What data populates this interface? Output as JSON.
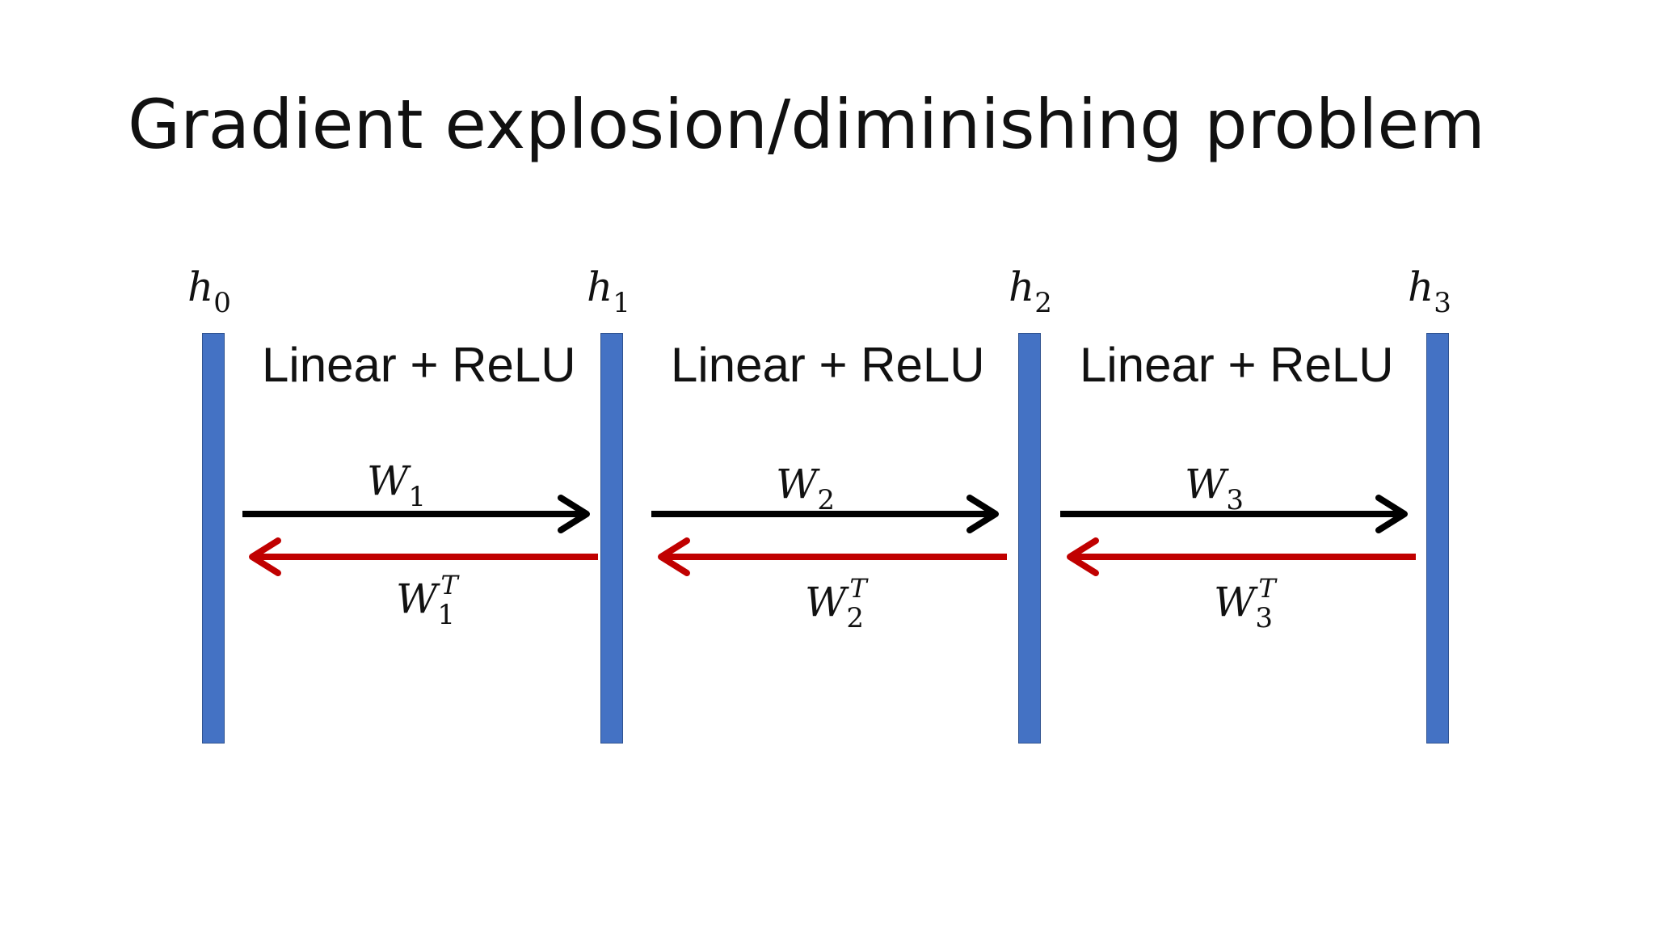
{
  "title": "Gradient explosion/diminishing problem",
  "layers": [
    {
      "label": "h",
      "index": "0"
    },
    {
      "label": "h",
      "index": "1"
    },
    {
      "label": "h",
      "index": "2"
    },
    {
      "label": "h",
      "index": "3"
    }
  ],
  "blocks": [
    {
      "label": "Linear + ReLU",
      "weight": "W",
      "weight_index": "1",
      "transpose": "T"
    },
    {
      "label": "Linear + ReLU",
      "weight": "W",
      "weight_index": "2",
      "transpose": "T"
    },
    {
      "label": "Linear + ReLU",
      "weight": "W",
      "weight_index": "3",
      "transpose": "T"
    }
  ],
  "colors": {
    "layer_bar": "#4472c4",
    "forward_arrow": "#000000",
    "backward_arrow": "#c00000"
  }
}
